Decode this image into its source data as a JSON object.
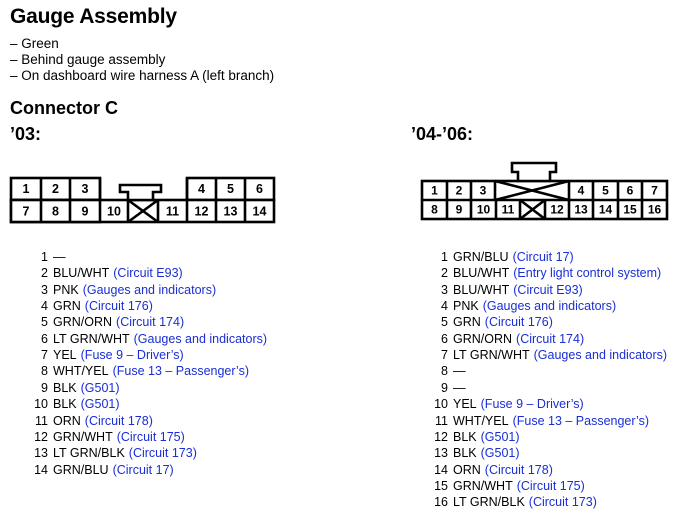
{
  "title": "Gauge Assembly",
  "description": [
    "– Green",
    "– Behind gauge assembly",
    "– On dashboard wire harness A (left branch)"
  ],
  "connector_title": "Connector C",
  "variants": [
    {
      "label": "’03:",
      "top_pins": [
        "1",
        "2",
        "3",
        "",
        "4",
        "5",
        "6"
      ],
      "bottom_pins": [
        "7",
        "8",
        "9",
        "10",
        "",
        "11",
        "12",
        "13",
        "14"
      ],
      "pins": [
        {
          "num": "1",
          "color": "—",
          "ref": ""
        },
        {
          "num": "2",
          "color": "BLU/WHT",
          "ref": "(Circuit E93)"
        },
        {
          "num": "3",
          "color": "PNK",
          "ref": "(Gauges and indicators)"
        },
        {
          "num": "4",
          "color": "GRN",
          "ref": "(Circuit 176)"
        },
        {
          "num": "5",
          "color": "GRN/ORN",
          "ref": "(Circuit 174)"
        },
        {
          "num": "6",
          "color": "LT GRN/WHT",
          "ref": "(Gauges and indicators)"
        },
        {
          "num": "7",
          "color": "YEL",
          "ref": "(Fuse 9 – Driver’s)"
        },
        {
          "num": "8",
          "color": "WHT/YEL",
          "ref": "(Fuse 13 – Passenger’s)"
        },
        {
          "num": "9",
          "color": "BLK",
          "ref": "(G501)"
        },
        {
          "num": "10",
          "color": "BLK",
          "ref": "(G501)"
        },
        {
          "num": "11",
          "color": "ORN",
          "ref": "(Circuit 178)"
        },
        {
          "num": "12",
          "color": "GRN/WHT",
          "ref": "(Circuit 175)"
        },
        {
          "num": "13",
          "color": "LT GRN/BLK",
          "ref": "(Circuit 173)"
        },
        {
          "num": "14",
          "color": "GRN/BLU",
          "ref": "(Circuit 17)"
        }
      ]
    },
    {
      "label": "’04-’06:",
      "top_pins": [
        "1",
        "2",
        "3",
        "",
        "4",
        "5",
        "6",
        "7"
      ],
      "bottom_pins": [
        "8",
        "9",
        "10",
        "11",
        "",
        "12",
        "13",
        "14",
        "15",
        "16"
      ],
      "pins": [
        {
          "num": "1",
          "color": "GRN/BLU",
          "ref": "(Circuit 17)"
        },
        {
          "num": "2",
          "color": "BLU/WHT",
          "ref": "(Entry light control system)"
        },
        {
          "num": "3",
          "color": "BLU/WHT",
          "ref": "(Circuit E93)"
        },
        {
          "num": "4",
          "color": "PNK",
          "ref": "(Gauges and indicators)"
        },
        {
          "num": "5",
          "color": "GRN",
          "ref": "(Circuit 176)"
        },
        {
          "num": "6",
          "color": "GRN/ORN",
          "ref": "(Circuit 174)"
        },
        {
          "num": "7",
          "color": "LT GRN/WHT",
          "ref": "(Gauges and indicators)"
        },
        {
          "num": "8",
          "color": "—",
          "ref": ""
        },
        {
          "num": "9",
          "color": "—",
          "ref": ""
        },
        {
          "num": "10",
          "color": "YEL",
          "ref": "(Fuse 9 – Driver’s)"
        },
        {
          "num": "11",
          "color": "WHT/YEL",
          "ref": "(Fuse 13 – Passenger’s)"
        },
        {
          "num": "12",
          "color": "BLK",
          "ref": "(G501)"
        },
        {
          "num": "13",
          "color": "BLK",
          "ref": "(G501)"
        },
        {
          "num": "14",
          "color": "ORN",
          "ref": "(Circuit 178)"
        },
        {
          "num": "15",
          "color": "GRN/WHT",
          "ref": "(Circuit 175)"
        },
        {
          "num": "16",
          "color": "LT GRN/BLK",
          "ref": "(Circuit 173)"
        }
      ]
    }
  ],
  "colors": {
    "text": "#000000",
    "reference_text": "#1a2ed6",
    "background": "#ffffff"
  }
}
